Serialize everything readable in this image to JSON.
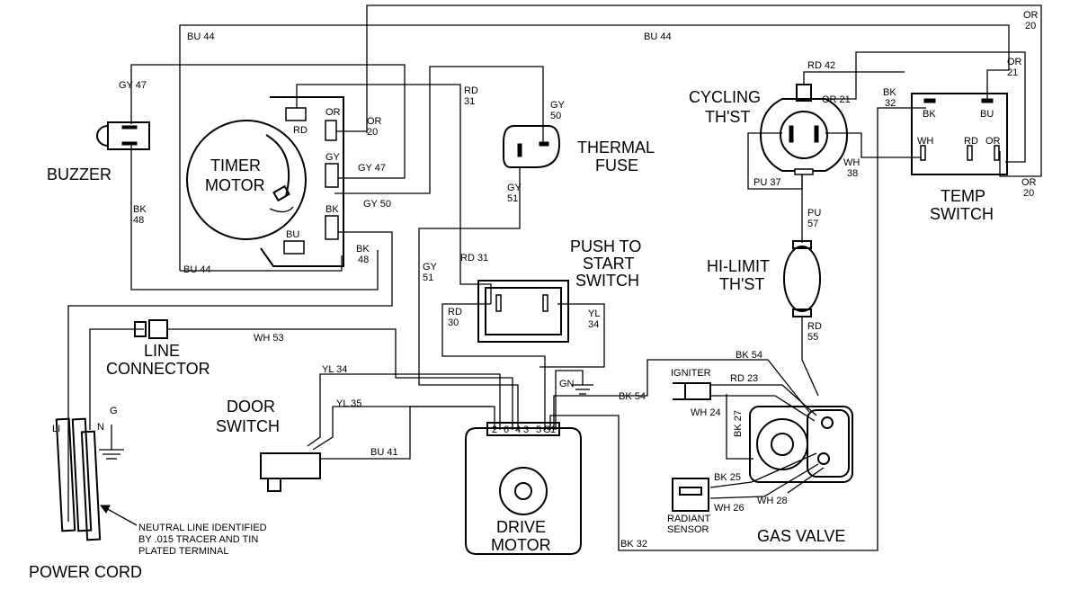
{
  "components": {
    "buzzer": "BUZZER",
    "timer_motor_1": "TIMER",
    "timer_motor_2": "MOTOR",
    "thermal_fuse_1": "THERMAL",
    "thermal_fuse_2": "FUSE",
    "cycling_thst_1": "CYCLING",
    "cycling_thst_2": "TH'ST",
    "temp_switch_1": "TEMP",
    "temp_switch_2": "SWITCH",
    "push_start_1": "PUSH TO",
    "push_start_2": "START",
    "push_start_3": "SWITCH",
    "hi_limit_1": "HI-LIMIT",
    "hi_limit_2": "TH'ST",
    "line_connector_1": "LINE",
    "line_connector_2": "CONNECTOR",
    "door_switch_1": "DOOR",
    "door_switch_2": "SWITCH",
    "drive_motor_1": "DRIVE",
    "drive_motor_2": "MOTOR",
    "gas_valve": "GAS VALVE",
    "power_cord": "POWER CORD",
    "igniter": "IGNITER",
    "radiant_sensor_1": "RADIANT",
    "radiant_sensor_2": "SENSOR"
  },
  "wire_labels": {
    "bu44_top": "BU 44",
    "bu44_mid": "BU 44",
    "bu44_bottom": "BU 44",
    "or20_top_a": "OR",
    "or20_top_b": "20",
    "gy47_buzzer": "GY 47",
    "rd31_top_a": "RD",
    "rd31_top_b": "31",
    "gy50_a": "GY",
    "gy50_b": "50",
    "or20_timer_a": "OR",
    "or20_timer_b": "20",
    "gy47_timer": "GY 47",
    "gy50_timer": "GY 50",
    "bk48_left_a": "BK",
    "bk48_left_b": "48",
    "bk48_right_a": "BK",
    "bk48_right_b": "48",
    "gy51_a": "GY",
    "gy51_b": "51",
    "rd31_mid": "RD 31",
    "gy51_left_a": "GY",
    "gy51_left_b": "51",
    "rd42": "RD 42",
    "or21_a": "OR",
    "or21_b": "21",
    "or21_th": "OR 21",
    "bk32_a": "BK",
    "bk32_b": "32",
    "wh38_a": "WH",
    "wh38_b": "38",
    "pu37": "PU 37",
    "or20_right_a": "OR",
    "or20_right_b": "20",
    "pu57_a": "PU",
    "pu57_b": "57",
    "rd55_a": "RD",
    "rd55_b": "55",
    "rd30_a": "RD",
    "rd30_b": "30",
    "yl34_push_a": "YL",
    "yl34_push_b": "34",
    "wh53": "WH 53",
    "yl34": "YL 34",
    "yl35": "YL 35",
    "bu41": "BU 41",
    "gn": "GN",
    "bk54_motor": "BK 54",
    "bk54_valve": "BK 54",
    "rd23": "RD 23",
    "wh24": "WH 24",
    "bk27": "BK 27",
    "bk25": "BK 25",
    "wh26": "WH 26",
    "wh28": "WH 28",
    "bk32_bottom": "BK 32",
    "li": "LI",
    "n": "N",
    "g": "G"
  },
  "terminal_labels": {
    "rd": "RD",
    "or": "OR",
    "gy": "GY",
    "bk": "BK",
    "bu": "BU",
    "ts_bk": "BK",
    "ts_bu": "BU",
    "ts_wh": "WH",
    "ts_rd": "RD",
    "ts_or": "OR",
    "motor_pins": [
      "2",
      "6",
      "4",
      "3",
      "5",
      "G",
      "1"
    ]
  },
  "notes": {
    "neutral_1": "NEUTRAL LINE IDENTIFIED",
    "neutral_2": "BY .015 TRACER AND TIN",
    "neutral_3": "PLATED TERMINAL"
  }
}
